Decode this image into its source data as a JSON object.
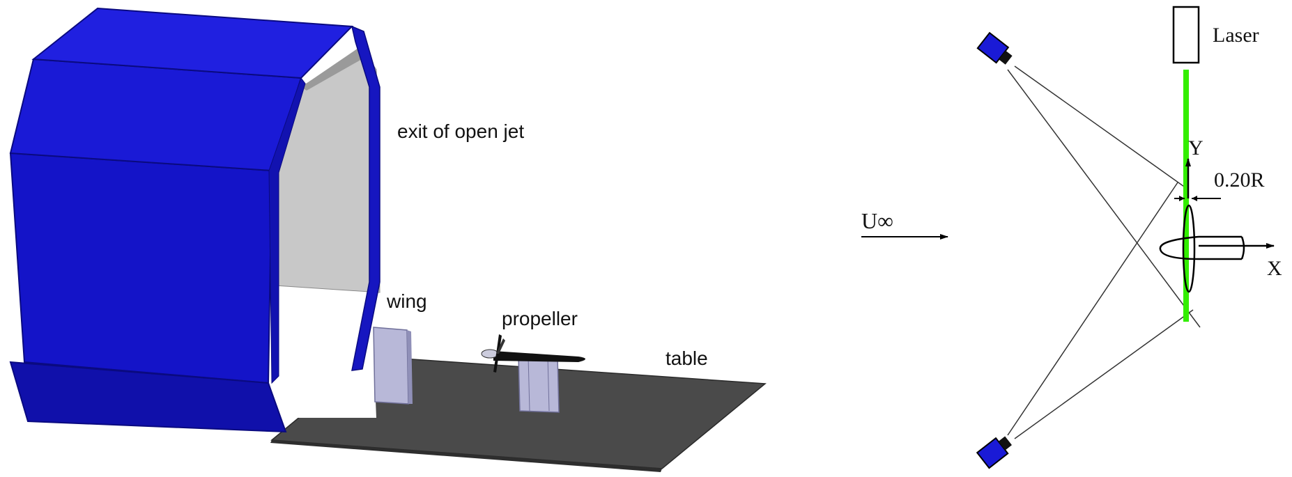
{
  "left_figure": {
    "labels": {
      "exit": "exit of open jet",
      "wing": "wing",
      "propeller": "propeller",
      "table": "table"
    },
    "colors": {
      "tunnel_blue": "#1414c8",
      "tunnel_edge": "#0a0a80",
      "inner_gray": "#c8c8c8",
      "table_gray": "#4a4a4a",
      "wing_lavender": "#b8b8d8"
    }
  },
  "right_figure": {
    "labels": {
      "laser": "Laser",
      "y_axis": "Y",
      "x_axis": "X",
      "offset": "0.20R",
      "freestream": "U∞"
    },
    "colors": {
      "camera_blue": "#1a1ad6",
      "laser_sheet_green": "#33ee00"
    }
  }
}
